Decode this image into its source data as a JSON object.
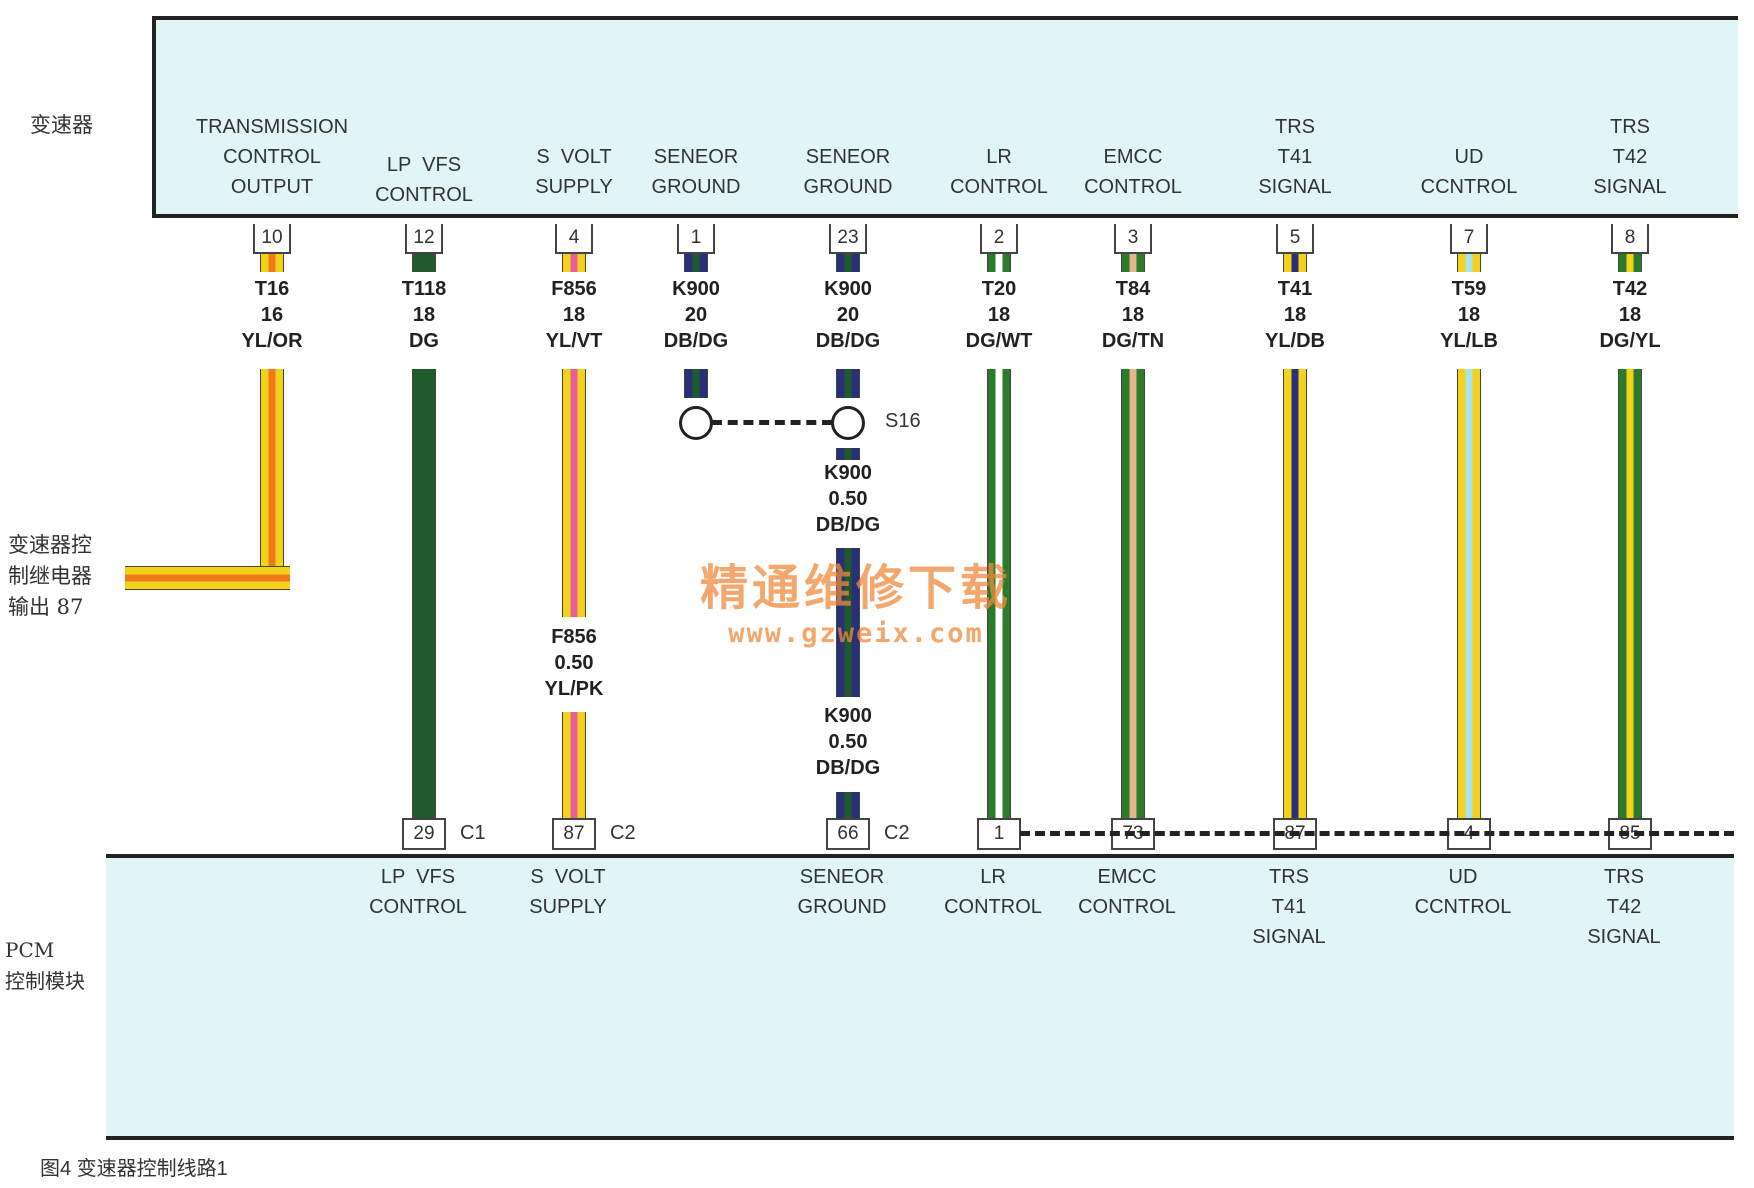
{
  "side_labels": {
    "transmission": "变速器",
    "relay": "变速器控\n制继电器\n输出 87",
    "pcm": "PCM\n控制模块"
  },
  "caption": "图4  变速器控制线路1",
  "watermark": {
    "line1": "精通维修下载",
    "line2": "www.gzweix.com"
  },
  "splice": "S16",
  "circuits": [
    {
      "top_label": "TRANSMISSION\nCONTROL\nOUTPUT",
      "pin": "10",
      "wire": "T16\n16\nYL/OR",
      "stripes": [
        "#f5d21a",
        "#f07a1a",
        "#f5d21a"
      ],
      "bottom_pin": "",
      "bottom_label": ""
    },
    {
      "top_label": "LP  VFS\nCONTROL",
      "pin": "12",
      "wire": "T118\n18\nDG",
      "stripes": [
        "#1f5a2a"
      ],
      "bottom_pin": "29",
      "connector": "C1",
      "bottom_label": "LP  VFS\nCONTROL"
    },
    {
      "top_label": "S  VOLT\nSUPPLY",
      "pin": "4",
      "wire": "F856\n18\nYL/VT",
      "stripes": [
        "#f5d21a",
        "#e8609a",
        "#f5d21a"
      ],
      "mid_wire": "F856\n0.50\nYL/PK",
      "bottom_pin": "87",
      "connector": "C2",
      "bottom_label": "S  VOLT\nSUPPLY"
    },
    {
      "top_label": "SENEOR\nGROUND",
      "pin": "1",
      "wire": "K900\n20\nDB/DG",
      "stripes": [
        "#2a2f7a",
        "#1f5a2a",
        "#2a2f7a"
      ],
      "bottom_pin": "",
      "bottom_label": ""
    },
    {
      "top_label": "SENEOR\nGROUND",
      "pin": "23",
      "wire": "K900\n20\nDB/DG",
      "stripes": [
        "#2a2f7a",
        "#1f5a2a",
        "#2a2f7a"
      ],
      "mid_wire": "K900\n0.50\nDB/DG",
      "mid_wire2": "K900\n0.50\nDB/DG",
      "bottom_pin": "66",
      "connector": "C2",
      "bottom_label": "SENEOR\nGROUND"
    },
    {
      "top_label": "LR\nCONTROL",
      "pin": "2",
      "wire": "T20\n18\nDG/WT",
      "stripes": [
        "#2c7a2c",
        "#ffffff",
        "#2c7a2c"
      ],
      "bottom_pin": "1",
      "bottom_label": "LR\nCONTROL"
    },
    {
      "top_label": "EMCC\nCONTROL",
      "pin": "3",
      "wire": "T84\n18\nDG/TN",
      "stripes": [
        "#2c7a2c",
        "#e8b48a",
        "#2c7a2c"
      ],
      "bottom_pin": "73",
      "bottom_label": "EMCC\nCONTROL"
    },
    {
      "top_label": "TRS\nT41\nSIGNAL",
      "pin": "5",
      "wire": "T41\n18\nYL/DB",
      "stripes": [
        "#f5d21a",
        "#2a2f7a",
        "#f5d21a"
      ],
      "bottom_pin": "87",
      "bottom_label": "TRS\nT41\nSIGNAL"
    },
    {
      "top_label": "UD\nCCNTROL",
      "pin": "7",
      "wire": "T59\n18\nYL/LB",
      "stripes": [
        "#f5d21a",
        "#a8e4f0",
        "#f5d21a"
      ],
      "bottom_pin": "4",
      "bottom_label": "UD\nCCNTROL"
    },
    {
      "top_label": "TRS\nT42\nSIGNAL",
      "pin": "8",
      "wire": "T42\n18\nDG/YL",
      "stripes": [
        "#2c7a2c",
        "#f5d21a",
        "#2c7a2c"
      ],
      "bottom_pin": "85",
      "bottom_label": "TRS\nT42\nSIGNAL"
    }
  ]
}
